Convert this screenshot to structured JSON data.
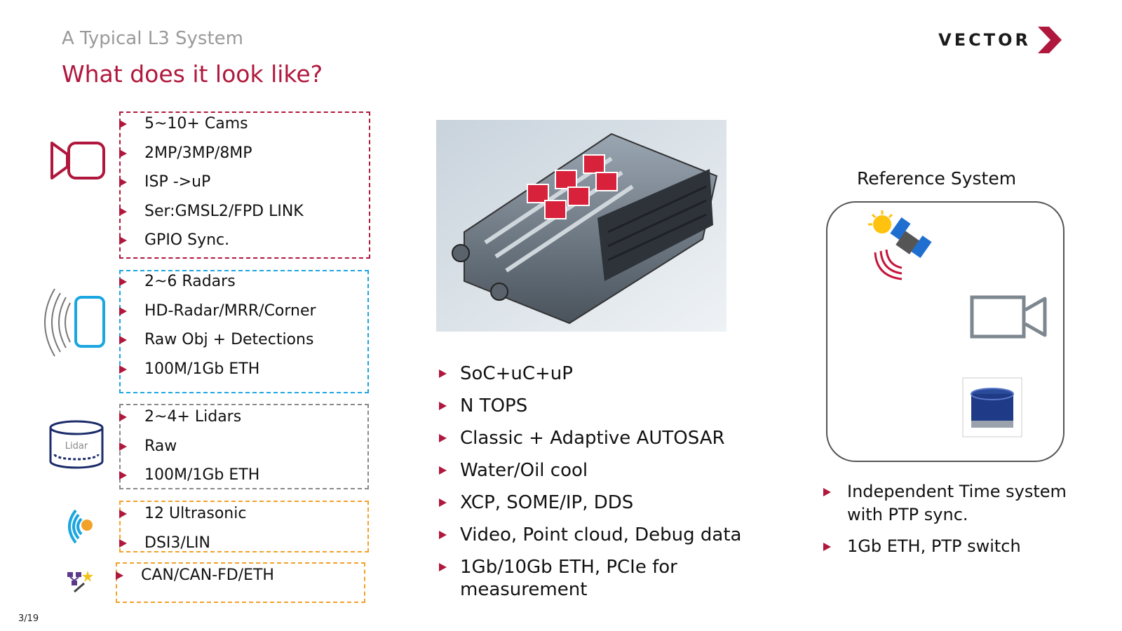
{
  "header": {
    "subtitle": "A Typical L3 System",
    "title": "What does it look like?",
    "logo_text": "VECTOR"
  },
  "sensors": {
    "cameras": [
      "5~10+ Cams",
      "2MP/3MP/8MP",
      "ISP ->uP",
      "Ser:GMSL2/FPD LINK",
      "GPIO Sync."
    ],
    "radars": [
      "2~6 Radars",
      "HD-Radar/MRR/Corner",
      "Raw Obj + Detections",
      "100M/1Gb ETH"
    ],
    "lidars": [
      "2~4+ Lidars",
      "Raw",
      "100M/1Gb ETH"
    ],
    "lidar_icon_label": "Lidar",
    "ultrasonic": [
      "12 Ultrasonic",
      "DSI3/LIN"
    ],
    "network": [
      "CAN/CAN-FD/ETH"
    ]
  },
  "ecu": {
    "features": [
      "SoC+uC+uP",
      "N TOPS",
      "Classic + Adaptive AUTOSAR",
      "Water/Oil cool",
      "XCP, SOME/IP, DDS",
      "Video, Point cloud, Debug data",
      "1Gb/10Gb ETH, PCIe for measurement"
    ]
  },
  "reference": {
    "title": "Reference System",
    "features": [
      "Independent Time system with PTP sync.",
      "1Gb ETH, PTP switch"
    ]
  },
  "footer": {
    "page": "3/19"
  },
  "colors": {
    "accent": "#b0173c",
    "radar": "#1aa6e0",
    "lidar": "#1c2c6a",
    "ultrasonic": "#f2a22b",
    "gray": "#8a8a8a"
  }
}
